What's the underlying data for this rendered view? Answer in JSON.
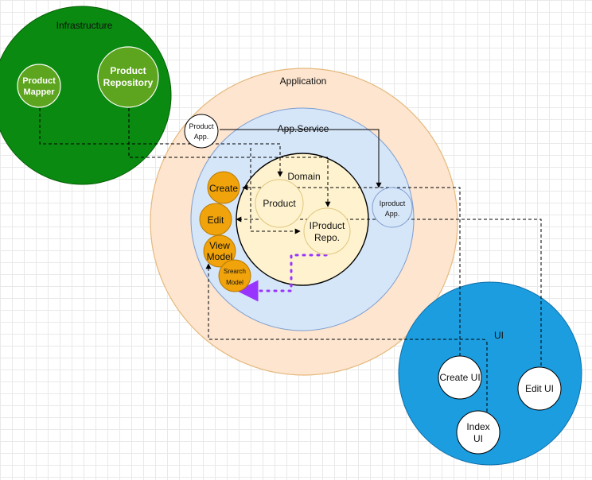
{
  "diagram": {
    "regions": {
      "infrastructure": {
        "label": "Infrastructure",
        "fill": "#0a8a10",
        "stroke": "#056005"
      },
      "application": {
        "label": "Application",
        "fill": "#fde5cf",
        "stroke": "#e5b97d"
      },
      "app_service": {
        "label": "App.Service",
        "fill": "#d6e6f9",
        "stroke": "#7d9ecf"
      },
      "domain": {
        "label": "Domain",
        "fill": "#fff3cf",
        "stroke": "#000000"
      },
      "ui": {
        "label": "UI",
        "fill": "#1b9de0",
        "stroke": "#0f6ea8"
      }
    },
    "nodes": {
      "product_mapper": {
        "line1": "Product",
        "line2": "Mapper",
        "fill": "#5ea51f"
      },
      "product_repository": {
        "line1": "Product",
        "line2": "Repository",
        "fill": "#5ea51f"
      },
      "product_app": {
        "line1": "Product",
        "line2": "App."
      },
      "product": {
        "label": "Product"
      },
      "iproduct_repo": {
        "line1": "IProduct",
        "line2": "Repo."
      },
      "iproduct_app": {
        "line1": "Iproduct",
        "line2": "App."
      },
      "create": {
        "label": "Create",
        "fill": "#f0a30a"
      },
      "edit": {
        "label": "Edit",
        "fill": "#f0a30a"
      },
      "view_model": {
        "line1": "View",
        "line2": "Model",
        "fill": "#f0a30a"
      },
      "search_model": {
        "line1": "Srearch",
        "line2": "Model",
        "fill": "#f0a30a"
      },
      "create_ui": {
        "line1": "Create U",
        "line2": "I"
      },
      "edit_ui": {
        "label": "Edit UI"
      },
      "index_ui": {
        "line1": "Index",
        "line2": "UI"
      }
    },
    "colors": {
      "arrow": "#000000",
      "dotted_accent": "#9933ff"
    }
  }
}
